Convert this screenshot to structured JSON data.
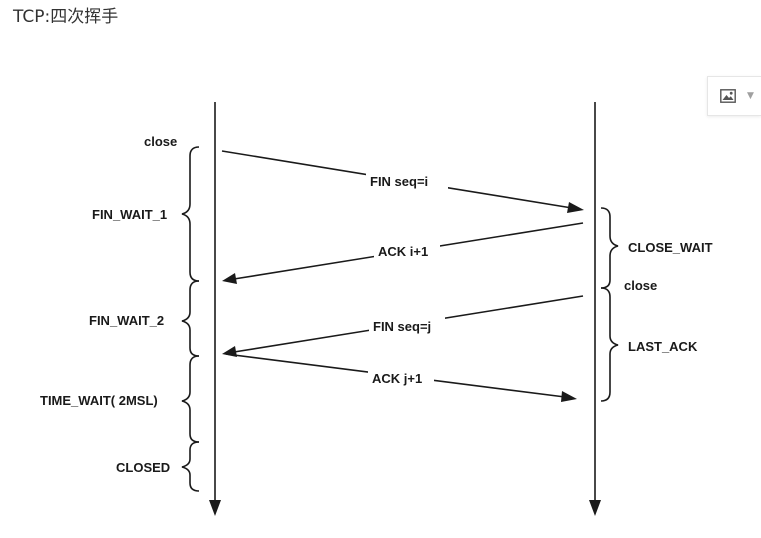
{
  "page": {
    "title": "TCP:四次挥手"
  },
  "toolbar": {
    "image_icon": "image-icon",
    "dropdown_icon": "caret-down-icon"
  },
  "diagram": {
    "left_states": {
      "close": "close",
      "fin_wait_1": "FIN_WAIT_1",
      "fin_wait_2": "FIN_WAIT_2",
      "time_wait": "TIME_WAIT( 2MSL)",
      "closed": "CLOSED"
    },
    "right_states": {
      "close_wait": "CLOSE_WAIT",
      "close": "close",
      "last_ack": "LAST_ACK"
    },
    "messages": {
      "fin1": "FIN seq=i",
      "ack1": "ACK i+1",
      "fin2": "FIN seq=j",
      "ack2": "ACK j+1"
    }
  }
}
